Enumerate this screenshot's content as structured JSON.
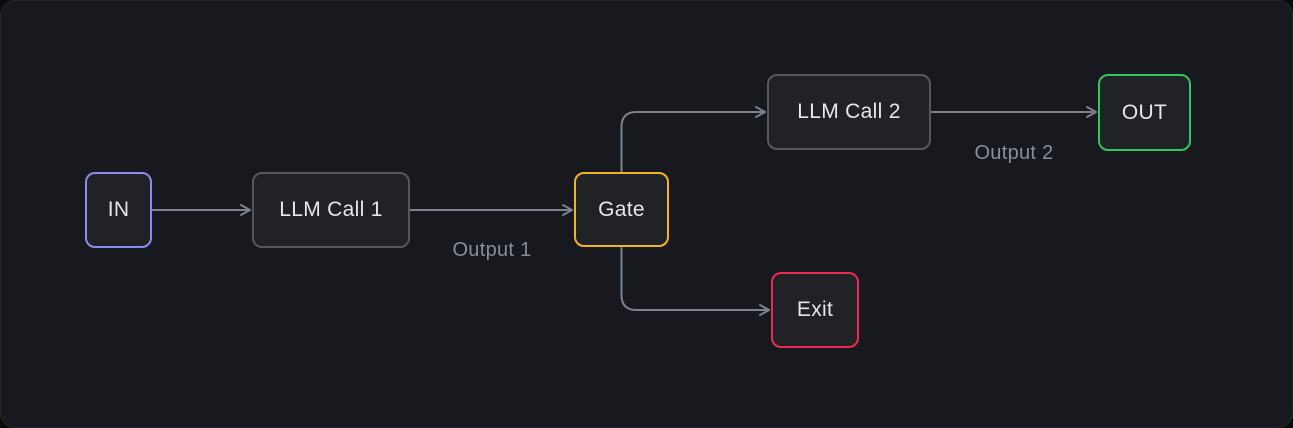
{
  "canvas": {
    "background": "#18191e",
    "outer_background": "#0a0a0c"
  },
  "colors": {
    "connector": "#7b828e",
    "edge_label": "#878e99",
    "node_text": "#e6e7ea",
    "node_fill": "#212226",
    "default_border": "#54585f",
    "in_accent": "#8a8cf5",
    "gate_accent": "#f2b41f",
    "out_accent": "#2dc85e",
    "exit_accent": "#eb2a55"
  },
  "diagram": {
    "nodes": [
      {
        "id": "in",
        "label": "IN",
        "accent": "#8a8cf5"
      },
      {
        "id": "llm-call-1",
        "label": "LLM Call 1",
        "accent": "#54585f"
      },
      {
        "id": "gate",
        "label": "Gate",
        "accent": "#f2b41f"
      },
      {
        "id": "llm-call-2",
        "label": "LLM Call 2",
        "accent": "#54585f"
      },
      {
        "id": "out",
        "label": "OUT",
        "accent": "#2dc85e"
      },
      {
        "id": "exit",
        "label": "Exit",
        "accent": "#eb2a55"
      }
    ],
    "edges": [
      {
        "from": "in",
        "to": "llm-call-1",
        "label": ""
      },
      {
        "from": "llm-call-1",
        "to": "gate",
        "label": "Output 1"
      },
      {
        "from": "gate",
        "to": "llm-call-2",
        "label": ""
      },
      {
        "from": "llm-call-2",
        "to": "out",
        "label": "Output 2"
      },
      {
        "from": "gate",
        "to": "exit",
        "label": ""
      }
    ]
  }
}
